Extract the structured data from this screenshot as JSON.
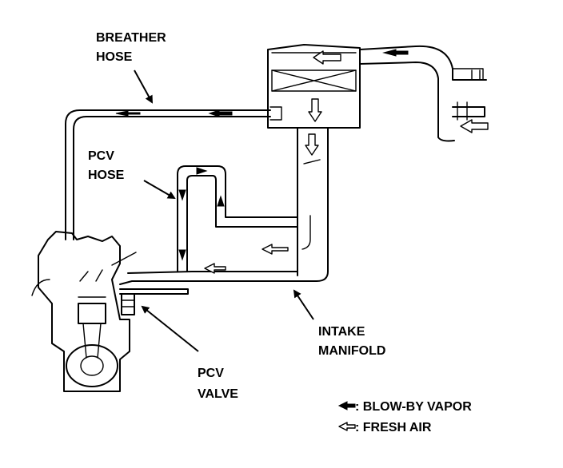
{
  "labels": {
    "breather_hose": [
      "BREATHER",
      "HOSE"
    ],
    "pcv_hose": [
      "PCV",
      "HOSE"
    ],
    "pcv_valve": [
      "PCV",
      "VALVE"
    ],
    "intake_manifold": [
      "INTAKE",
      "MANIFOLD"
    ]
  },
  "legend": {
    "blow_by": ": BLOW-BY VAPOR",
    "fresh_air": ": FRESH AIR"
  },
  "colors": {
    "ink": "#000000",
    "paper": "#ffffff"
  }
}
